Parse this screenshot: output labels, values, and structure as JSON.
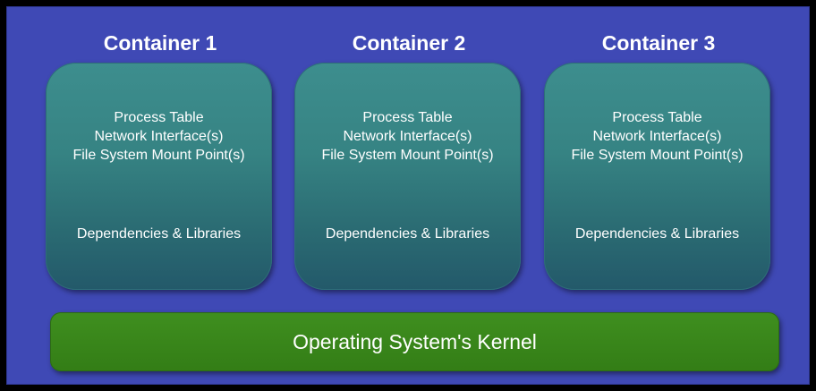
{
  "containers": [
    {
      "title": "Container 1",
      "lines": [
        "Process Table",
        "Network Interface(s)",
        "File System Mount Point(s)"
      ],
      "deps": "Dependencies & Libraries"
    },
    {
      "title": "Container 2",
      "lines": [
        "Process Table",
        "Network Interface(s)",
        "File System Mount Point(s)"
      ],
      "deps": "Dependencies & Libraries"
    },
    {
      "title": "Container 3",
      "lines": [
        "Process Table",
        "Network Interface(s)",
        "File System Mount Point(s)"
      ],
      "deps": "Dependencies & Libraries"
    }
  ],
  "kernel": {
    "label": "Operating System's Kernel"
  },
  "colors": {
    "background": "#3f49b5",
    "container_box": "#3d8e8e",
    "kernel_bar": "#3f8f1f",
    "text": "#ffffff"
  }
}
